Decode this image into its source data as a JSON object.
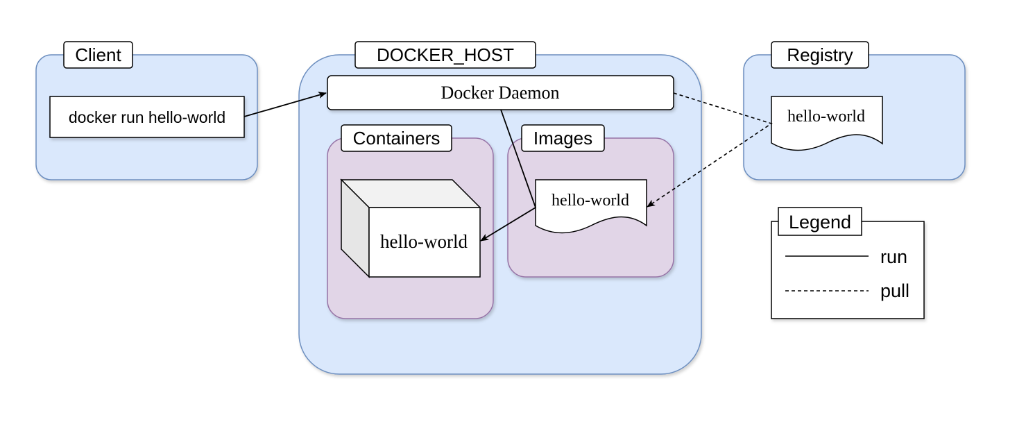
{
  "colors": {
    "group_fill": "#dae8fc",
    "group_stroke": "#6c8ebf",
    "subgroup_fill": "#e1d5e7",
    "subgroup_stroke": "#9673a6",
    "box_fill": "#ffffff",
    "stroke": "#000000",
    "cube_side": "#e6e6e6",
    "cube_top": "#f2f2f2"
  },
  "client": {
    "label": "Client",
    "command": "docker run hello-world"
  },
  "docker_host": {
    "label": "DOCKER_HOST",
    "daemon": "Docker Daemon",
    "containers": {
      "label": "Containers",
      "item": "hello-world"
    },
    "images": {
      "label": "Images",
      "item": "hello-world"
    }
  },
  "registry": {
    "label": "Registry",
    "item": "hello-world"
  },
  "legend": {
    "title": "Legend",
    "entries": [
      {
        "label": "run",
        "style": "solid"
      },
      {
        "label": "pull",
        "style": "dashed"
      }
    ]
  }
}
